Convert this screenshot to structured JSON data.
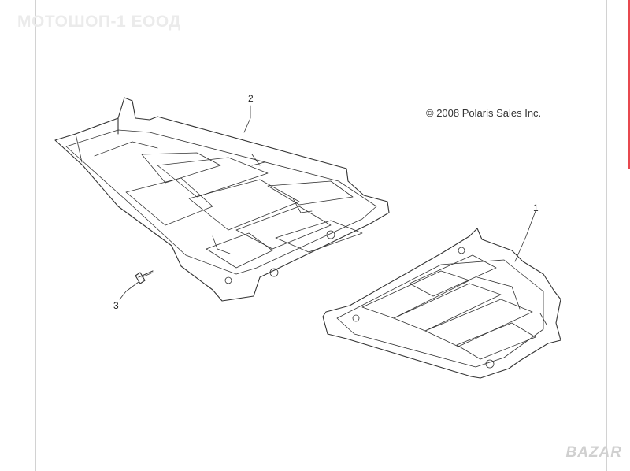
{
  "header": {
    "watermark": "МОТОШОП-1 ЕООД"
  },
  "diagram": {
    "copyright": "© 2008 Polaris Sales Inc.",
    "callouts": [
      "2",
      "1",
      "3"
    ]
  },
  "footer": {
    "badge": "BAZAR"
  },
  "colors": {
    "line": "#333333",
    "accent": "#e8484f"
  }
}
